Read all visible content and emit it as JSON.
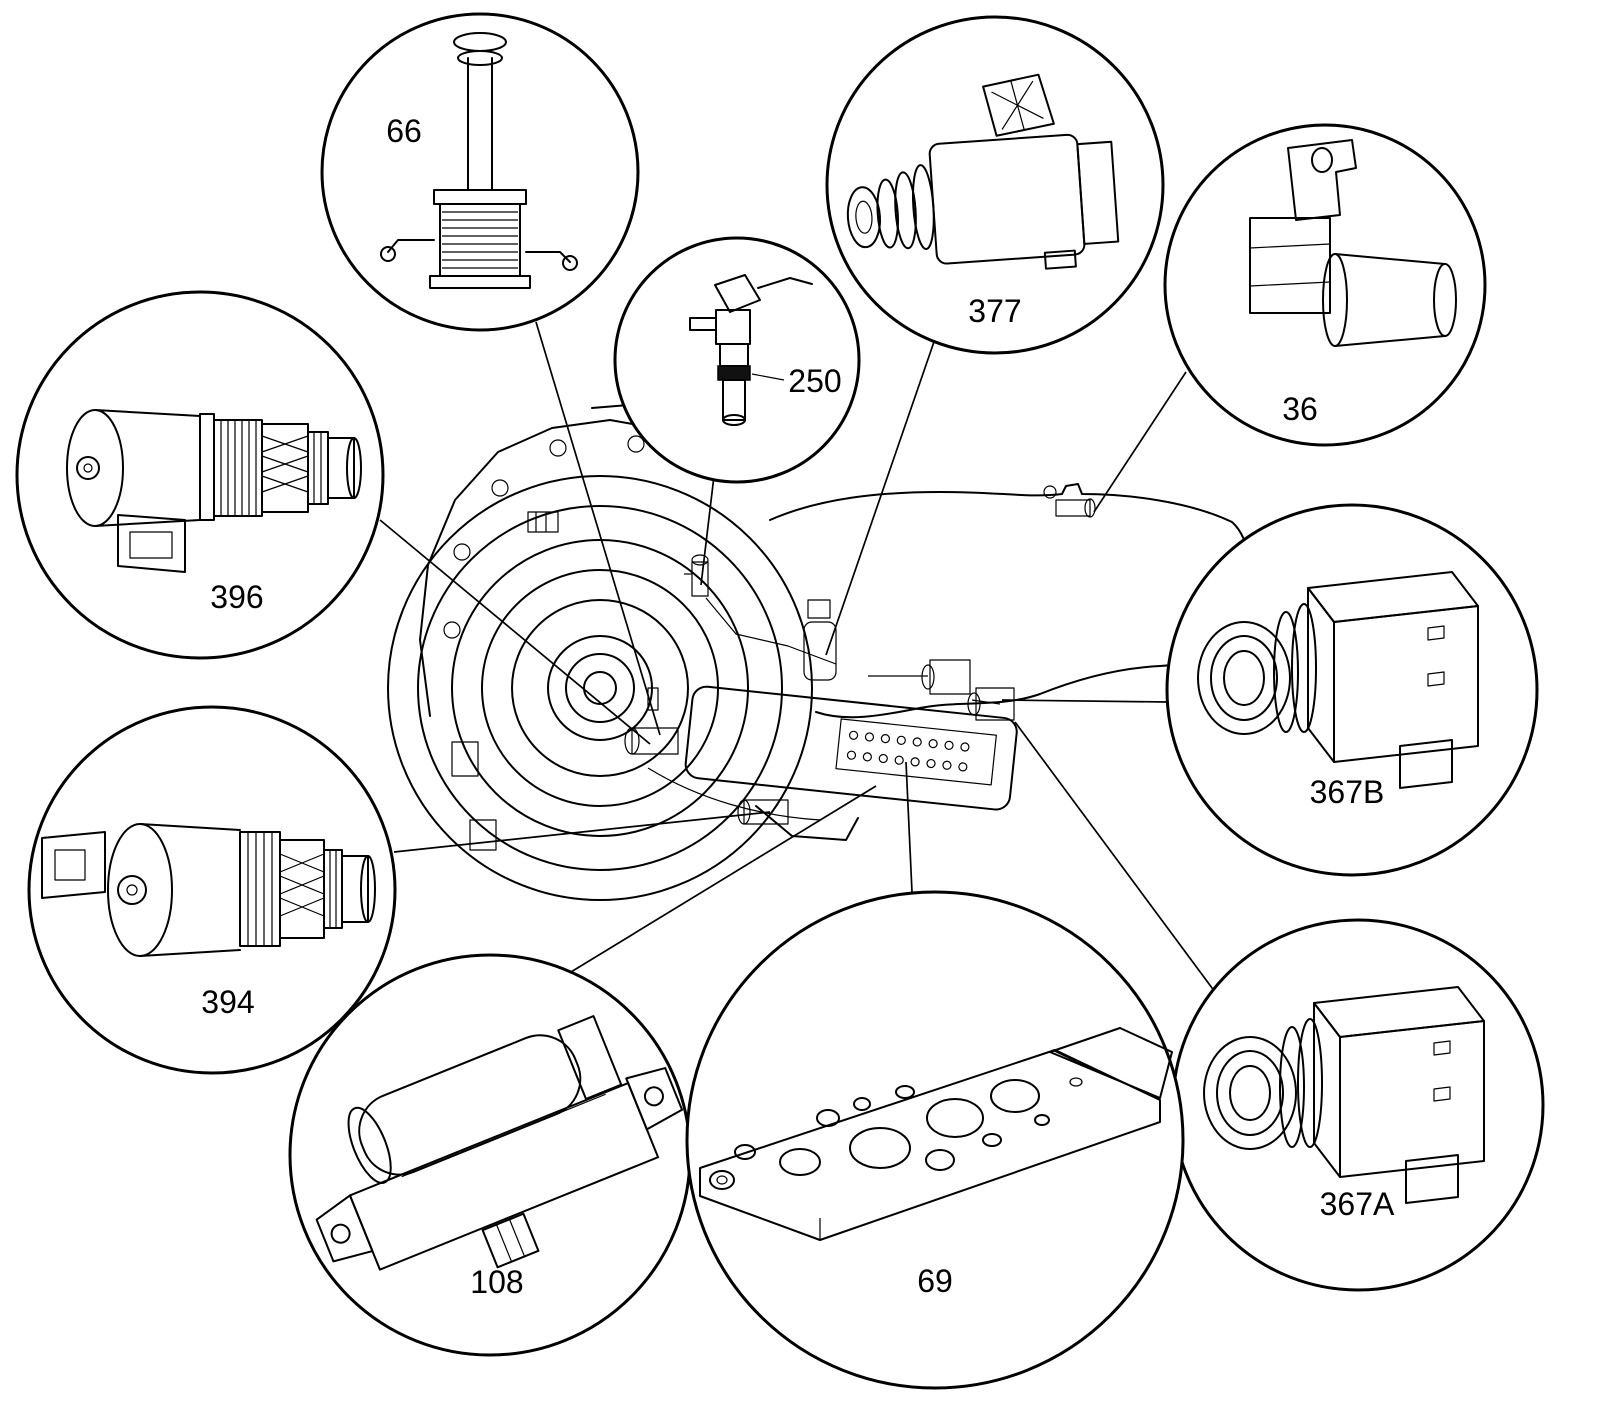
{
  "figure": {
    "type": "exploded-parts-diagram",
    "background_color": "#ffffff",
    "line_color": "#000000",
    "callouts": [
      {
        "label": "66",
        "component": "tcc-solenoid-sketch"
      },
      {
        "label": "250",
        "component": "speed-sensor-sketch"
      },
      {
        "label": "377",
        "component": "shift-solenoid-sketch"
      },
      {
        "label": "36",
        "component": "input-speed-sensor-sketch"
      },
      {
        "label": "396",
        "component": "pressure-control-solenoid-sketch"
      },
      {
        "label": "367B",
        "component": "on-off-solenoid-sketch"
      },
      {
        "label": "394",
        "component": "pressure-control-solenoid-sketch"
      },
      {
        "label": "367A",
        "component": "on-off-solenoid-sketch"
      },
      {
        "label": "108",
        "component": "shift-solenoid-bracket-sketch"
      },
      {
        "label": "69",
        "component": "spacer-plate-sketch"
      }
    ]
  }
}
